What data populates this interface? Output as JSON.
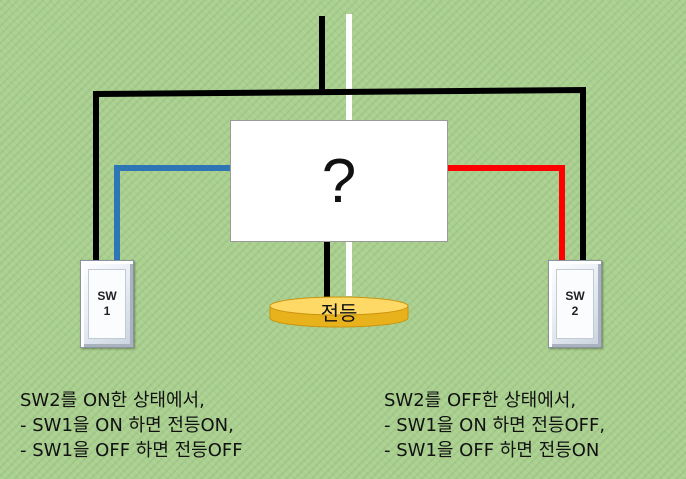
{
  "diagram": {
    "box_label": "?",
    "lamp_label": "전등",
    "switch_1": {
      "line1": "SW",
      "line2": "1"
    },
    "switch_2": {
      "line1": "SW",
      "line2": "2"
    },
    "caption_left": [
      "SW2를 ON한 상태에서,",
      "- SW1을 ON 하면 전등ON,",
      "- SW1을 OFF 하면 전등OFF"
    ],
    "caption_right": [
      "SW2를 OFF한 상태에서,",
      "- SW1을 ON 하면 전등OFF,",
      "- SW1을 OFF 하면 전등ON"
    ],
    "colors": {
      "background": "#a9d08e",
      "black_wire": "#000000",
      "white_wire": "#ffffff",
      "blue_wire": "#2e75b6",
      "red_wire": "#ff0000",
      "lamp": "#ffd966"
    }
  }
}
